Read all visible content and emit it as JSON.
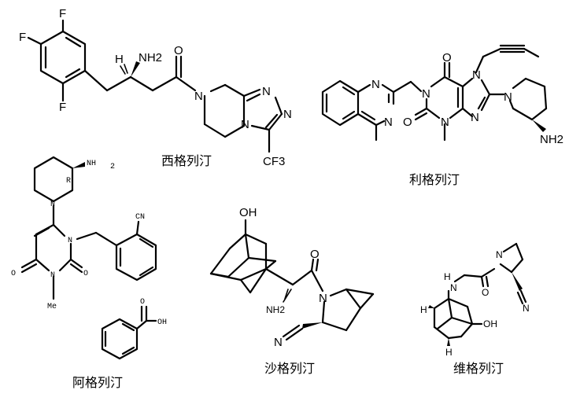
{
  "colors": {
    "bond": "#000000",
    "oxygen_red": "#e00000",
    "nitrogen_blue": "#1a1acc",
    "background": "#ffffff"
  },
  "molecules": [
    {
      "id": "sitagliptin",
      "name": "西格列汀",
      "atoms": [
        "F",
        "F",
        "F",
        "H",
        "NH2",
        "O",
        "N",
        "N",
        "N",
        "N",
        "CF3"
      ]
    },
    {
      "id": "linagliptin",
      "name": "利格列汀",
      "atoms": [
        "N",
        "N",
        "N",
        "N",
        "N",
        "N",
        "N",
        "N",
        "O",
        "O",
        "NH2"
      ]
    },
    {
      "id": "alogliptin",
      "name": "阿格列汀",
      "atoms": [
        "NH",
        "2",
        "R",
        "N",
        "N",
        "N",
        "CN",
        "O",
        "O",
        "Me",
        "O",
        "OH"
      ]
    },
    {
      "id": "saxagliptin",
      "name": "沙格列汀",
      "atoms": [
        "OH",
        "O",
        "NH2",
        "N",
        "N"
      ]
    },
    {
      "id": "vildagliptin",
      "name": "维格列汀",
      "atoms": [
        "N",
        "H",
        "N",
        "O",
        "N",
        "H",
        "H",
        "OH"
      ]
    }
  ]
}
